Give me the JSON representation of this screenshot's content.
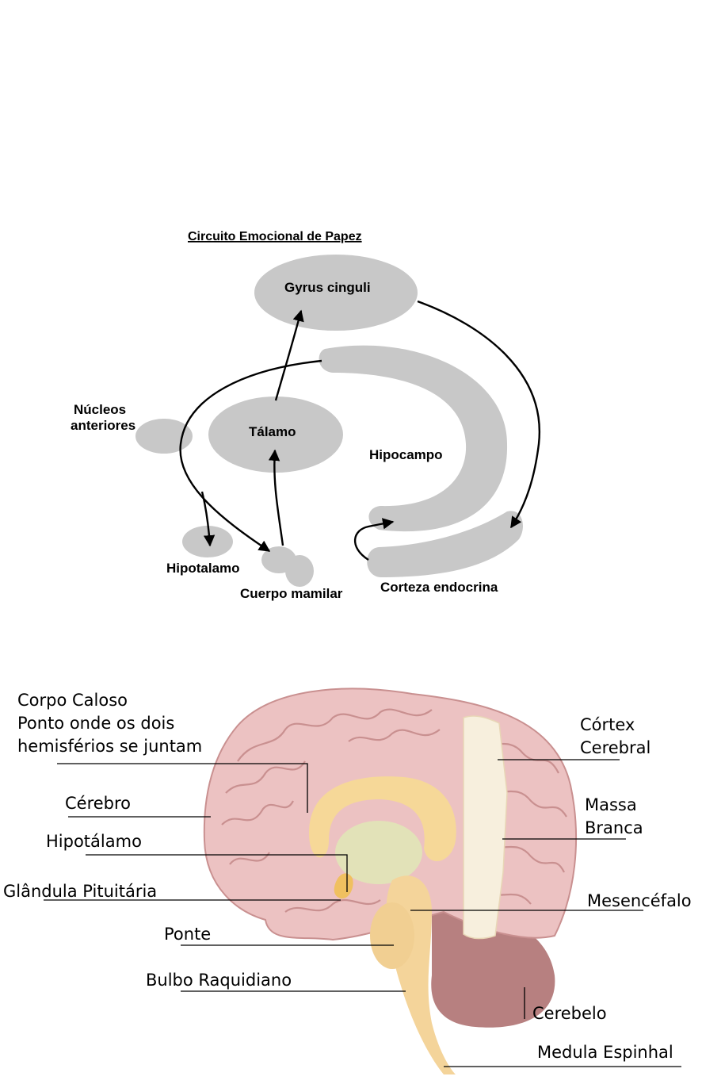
{
  "papez": {
    "title": "Circuito Emocional de Papez",
    "labels": {
      "gyrus": "Gyrus cinguli",
      "nucleos_line1": "Núcleos",
      "nucleos_line2": "anteriores",
      "talamo": "Tálamo",
      "hipocampo": "Hipocampo",
      "hipotalamo": "Hipotalamo",
      "cuerpo": "Cuerpo mamilar",
      "corteza": "Corteza endocrina"
    },
    "colors": {
      "shape": "#c8c8c8",
      "arrow": "#000000"
    }
  },
  "brain": {
    "labels": {
      "corpo_line1": "Corpo Caloso",
      "corpo_line2": "Ponto onde os dois",
      "corpo_line3": "hemisférios se juntam",
      "cerebro": "Cérebro",
      "hipotalamo": "Hipotálamo",
      "glandula": "Glândula Pituitária",
      "ponte": "Ponte",
      "bulbo": "Bulbo Raquidiano",
      "cortex_line1": "Córtex",
      "cortex_line2": "Cerebral",
      "massa_line1": "Massa",
      "massa_line2": "Branca",
      "mesencefalo": "Mesencéfalo",
      "cerebelo": "Cerebelo",
      "medula": "Medula Espinhal"
    },
    "colors": {
      "cortex": "#ecc2c2",
      "gyri": "#c99090",
      "white_matter": "#f7efdd",
      "corpus": "#f6d898",
      "thalamus": "#e2e2b8",
      "stem": "#f4d49a",
      "cerebellum": "#b78080"
    }
  }
}
